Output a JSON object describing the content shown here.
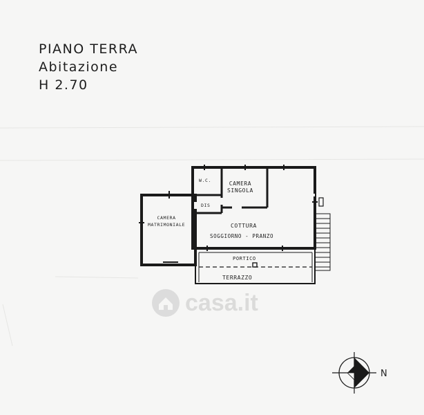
{
  "heading": {
    "line1": "PIANO TERRA",
    "line2": "Abitazione",
    "line3": "H 2.70"
  },
  "rooms": {
    "wc": "W.C.",
    "camera_singola_1": "CAMERA",
    "camera_singola_2": "SINGOLA",
    "dis": "DIS",
    "camera_matrimoniale_1": "CAMERA",
    "camera_matrimoniale_2": "MATRIMONIALE",
    "cottura": "COTTURA",
    "soggiorno_pranzo": "SOGGIORNO - PRANZO",
    "portico": "PORTICO",
    "terrazzo": "TERRAZZO"
  },
  "compass": {
    "north_label": "N"
  },
  "watermark": {
    "text": "casa.it"
  }
}
